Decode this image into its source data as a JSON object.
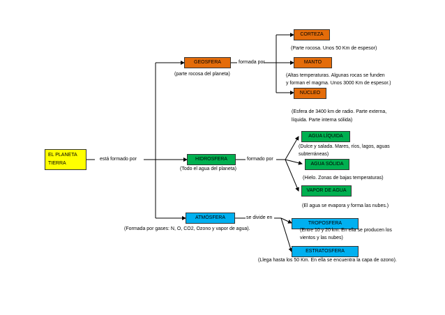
{
  "root": {
    "line1": "EL PLANETA",
    "line2": "TIERRA"
  },
  "connector_root": "está formado por",
  "geosfera": {
    "label": "GEOSFERA",
    "note": "(parte rocosa del planeta)",
    "connector": "formada por",
    "children": [
      {
        "label": "CORTEZA",
        "note": "(Parte rocosa. Unos 50 Km de espesor)"
      },
      {
        "label": "MANTO",
        "note_line1": "(Altas temperaturas. Algunas rocas se funden",
        "note_line2": "y forman el magma. Unos 3000 Km de espesor.)"
      },
      {
        "label": "NÚCLEO",
        "note_line1": "(Esfera de 3400 km de radio. Parte externa,",
        "note_line2": "líquida. Parte interna sólida)"
      }
    ]
  },
  "hidrosfera": {
    "label": "HIDROSFERA",
    "note": "(Todo el agua del planeta)",
    "connector": "formado por",
    "children": [
      {
        "label": "AGUA LÍQUIDA",
        "note_line1": "(Dulce y salada. Mares, ríos, lagos, aguas",
        "note_line2": "subterráneas)"
      },
      {
        "label": "AGUA SÓLIDA",
        "note": "(Hielo. Zonas de bajas temperaturas)"
      },
      {
        "label": "VAPOR DE AGUA",
        "note": "(El agua se evapora y forma las nubes.)"
      }
    ]
  },
  "atmosfera": {
    "label": "ATMÓSFERA",
    "note": "(Formada por gases: N, O, CO2, Ozono y vapor de agua).",
    "connector": "se divide en",
    "children": [
      {
        "label": "TROPOSFERA",
        "note_line1": "(Entre 10 y 20 km. En ella se producen los",
        "note_line2": "vientos y las nubes)"
      },
      {
        "label": "ESTRATOSFERA",
        "note": "(Llega hasta los 50 Km. En ella se encuentra la capa de ozono)."
      }
    ]
  },
  "colors": {
    "root": "#ffff00",
    "geosfera": "#e46c0a",
    "hidrosfera": "#00b050",
    "atmosfera": "#00b0f0"
  }
}
